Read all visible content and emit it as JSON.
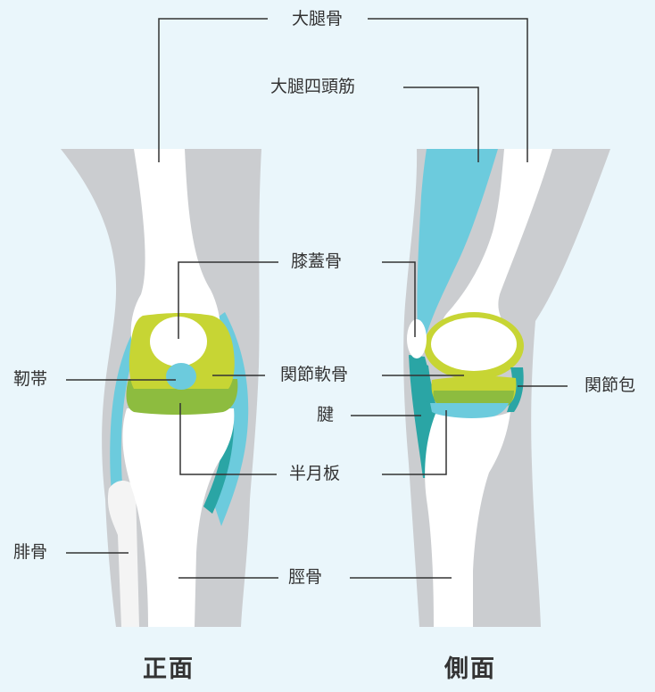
{
  "labels": {
    "femur": "大腿骨",
    "quadriceps": "大腿四頭筋",
    "patella": "膝蓋骨",
    "ligament": "靭帯",
    "articular_cartilage": "関節軟骨",
    "joint_capsule": "関節包",
    "tendon": "腱",
    "meniscus": "半月板",
    "fibula": "腓骨",
    "tibia": "脛骨"
  },
  "views": {
    "front": "正面",
    "side": "側面"
  },
  "colors": {
    "background": "#eaf6fb",
    "tissue": "#cbcdd0",
    "bone": "#ffffff",
    "cyan": "#6ccbdd",
    "teal": "#2aa5a5",
    "lime": "#c7d534",
    "green": "#8dbc3f",
    "line": "#333333"
  }
}
